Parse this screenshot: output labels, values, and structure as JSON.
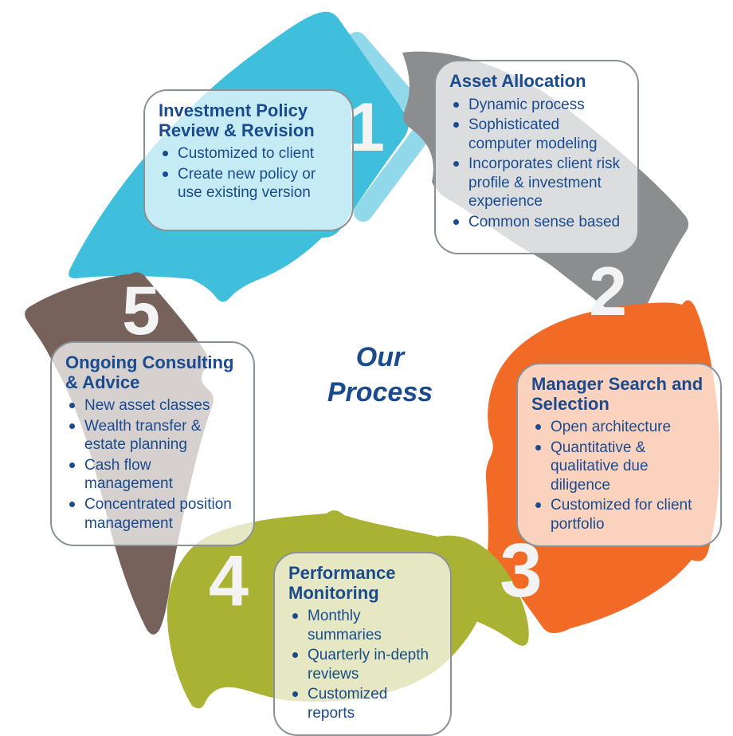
{
  "title": {
    "line1": "Our",
    "line2": "Process"
  },
  "colors": {
    "arrow_1_cyan": "#3FBFDC",
    "arrow_1_light_echo": "#90D8EA",
    "arrow_2_gray": "#8B8D8F",
    "arrow_3_orange": "#F16A26",
    "arrow_4_olive": "#A9B232",
    "arrow_5_brown": "#77625B",
    "text_blue": "#1A4B8F",
    "number_white": "#F2F3F2",
    "callout_border_gray": "#8A9297"
  },
  "sections": [
    {
      "number": "1",
      "heading": "Investment Policy Review & Revision",
      "bullets": [
        "Customized to client",
        "Create new policy or use existing version"
      ]
    },
    {
      "number": "2",
      "heading": "Asset Allocation",
      "bullets": [
        "Dynamic process",
        "Sophisticated computer modeling",
        "Incorporates client risk profile & investment experience",
        "Common sense based"
      ]
    },
    {
      "number": "3",
      "heading": "Manager Search and Selection",
      "bullets": [
        "Open architecture",
        "Quantitative & qualitative due diligence",
        "Customized for client portfolio"
      ]
    },
    {
      "number": "4",
      "heading": "Performance Monitoring",
      "bullets": [
        "Monthly summaries",
        "Quarterly in-depth reviews",
        "Customized reports"
      ]
    },
    {
      "number": "5",
      "heading": "Ongoing Consulting & Advice",
      "bullets": [
        "New asset classes",
        "Wealth transfer & estate planning",
        "Cash flow management",
        "Concentrated position management"
      ]
    }
  ]
}
